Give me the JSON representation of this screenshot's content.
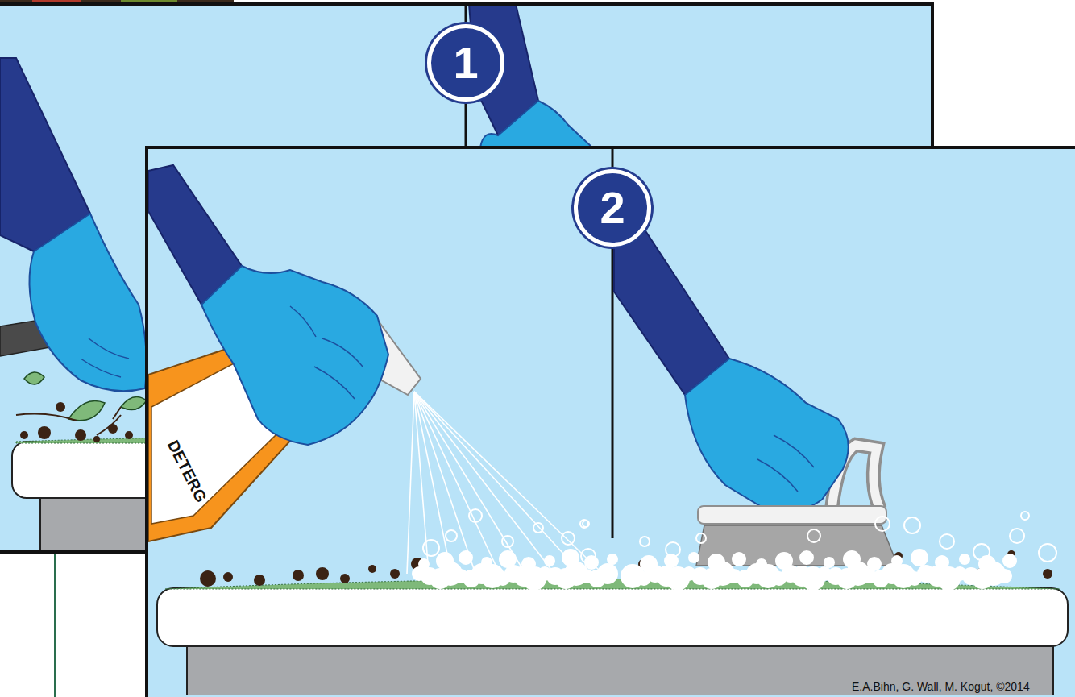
{
  "diagram": {
    "nodes": [
      {
        "text": [
          "1"
        ]
      },
      {
        "text": [
          "2"
        ]
      }
    ],
    "labels": [
      "DETERG",
      "E.A.Bihn, G. Wall, M. Kogut, ©2014"
    ]
  }
}
